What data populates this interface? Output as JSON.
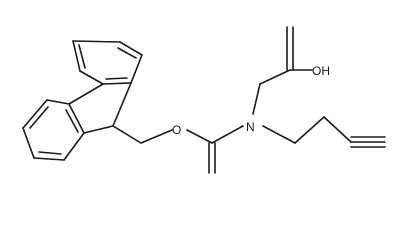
{
  "molecule": {
    "atoms": {
      "O_ester": "O",
      "N": "N",
      "OH": "OH"
    }
  }
}
